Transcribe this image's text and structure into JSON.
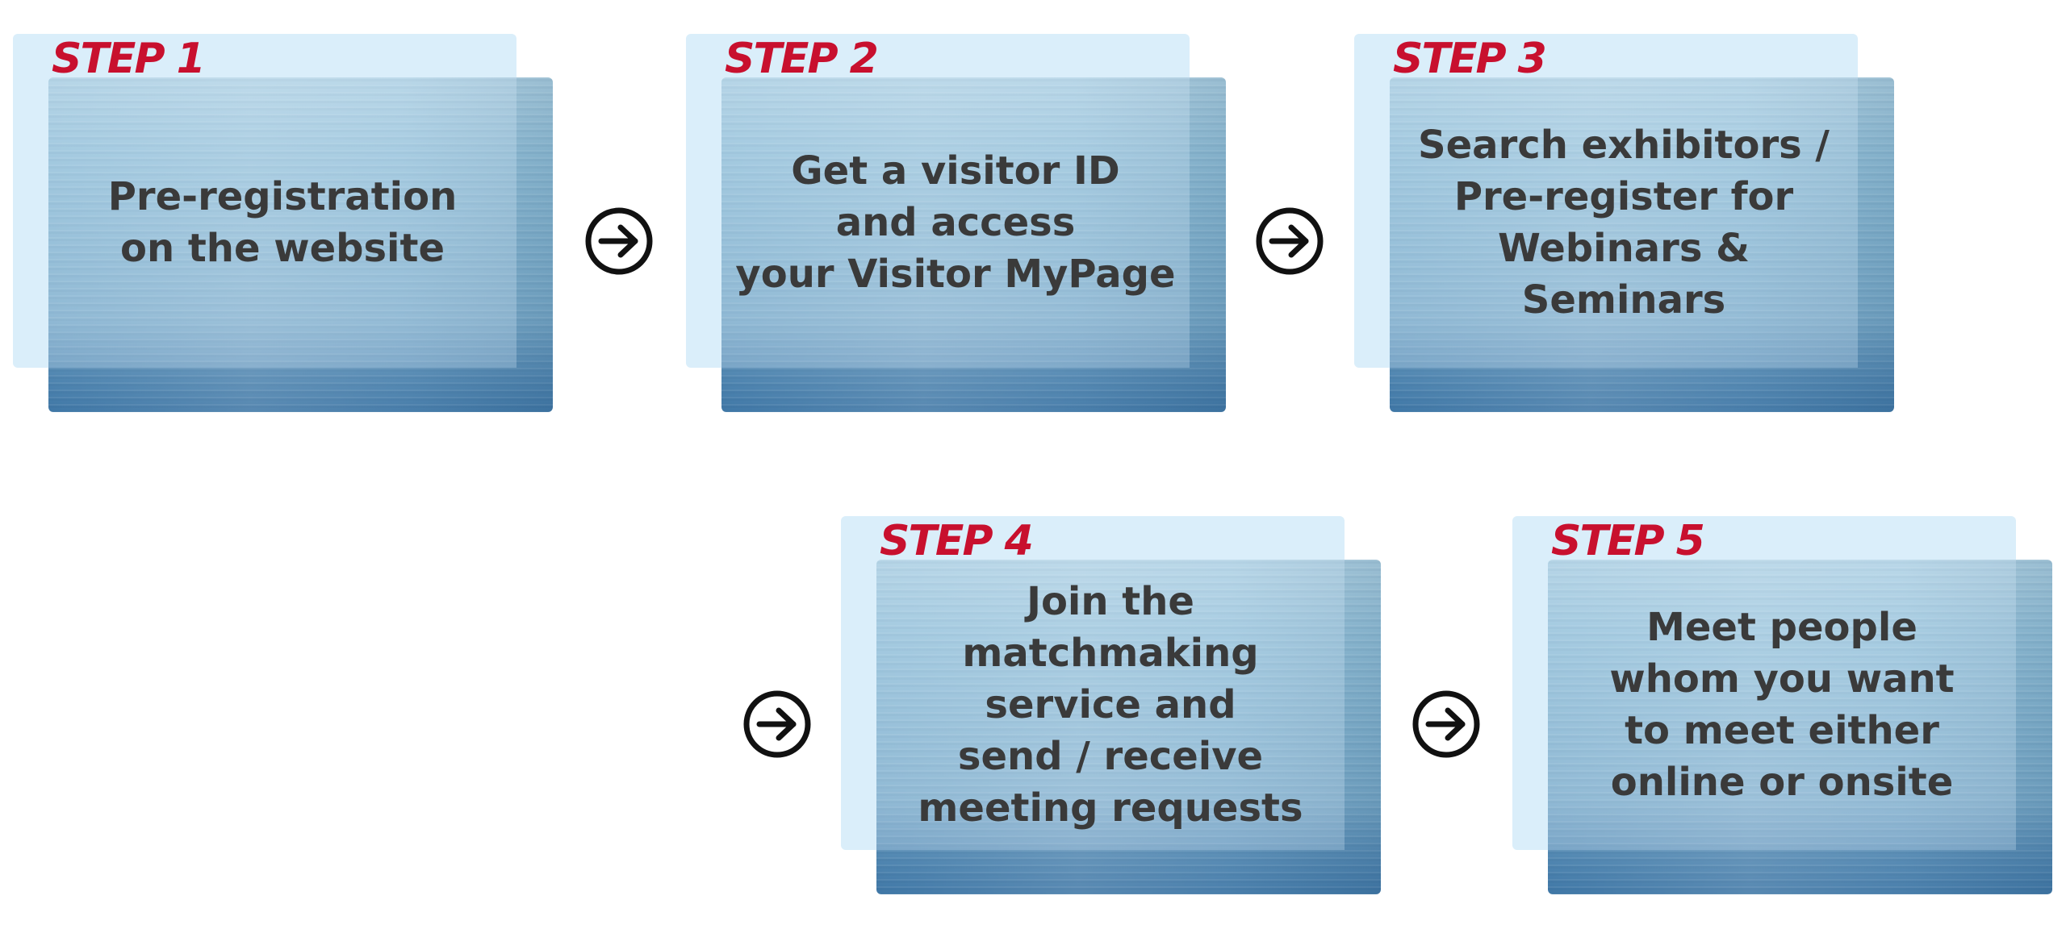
{
  "steps": [
    {
      "label": "STEP 1",
      "text": "Pre-registration\non the website"
    },
    {
      "label": "STEP 2",
      "text": "Get a visitor ID\nand access\nyour Visitor MyPage"
    },
    {
      "label": "STEP 3",
      "text": "Search exhibitors /\nPre-register for\nWebinars & Seminars"
    },
    {
      "label": "STEP 4",
      "text": "Join the matchmaking\nservice and\nsend / receive\nmeeting requests"
    },
    {
      "label": "STEP 5",
      "text": "Meet people\nwhom you want\nto meet either\nonline or onsite"
    }
  ],
  "colors": {
    "step_label": "#c8102e",
    "back_panel": "#daeefa",
    "text": "#3a3a3a",
    "arrow": "#111111"
  },
  "icons": {
    "arrow": "arrow-right-circle-icon"
  }
}
